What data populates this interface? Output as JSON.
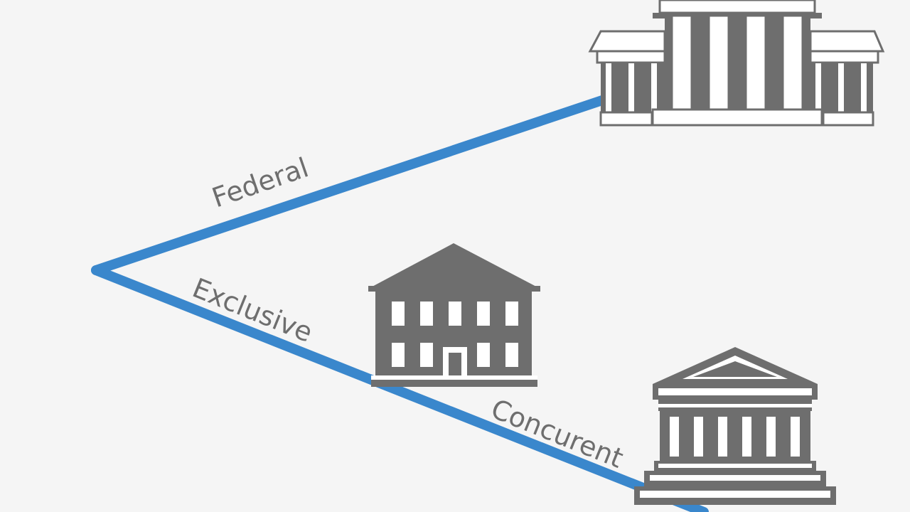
{
  "colors": {
    "background": "#f5f5f5",
    "branch_line": "#3a87cc",
    "building_fill": "#6e6e6e",
    "building_light": "#ffffff"
  },
  "labels": {
    "federal": "Federal",
    "exclusive": "Exclusive",
    "concurrent": "Concurent"
  },
  "icons": {
    "top": "federal-capitol-building-icon",
    "middle": "state-office-building-icon",
    "bottom": "courthouse-building-icon"
  }
}
